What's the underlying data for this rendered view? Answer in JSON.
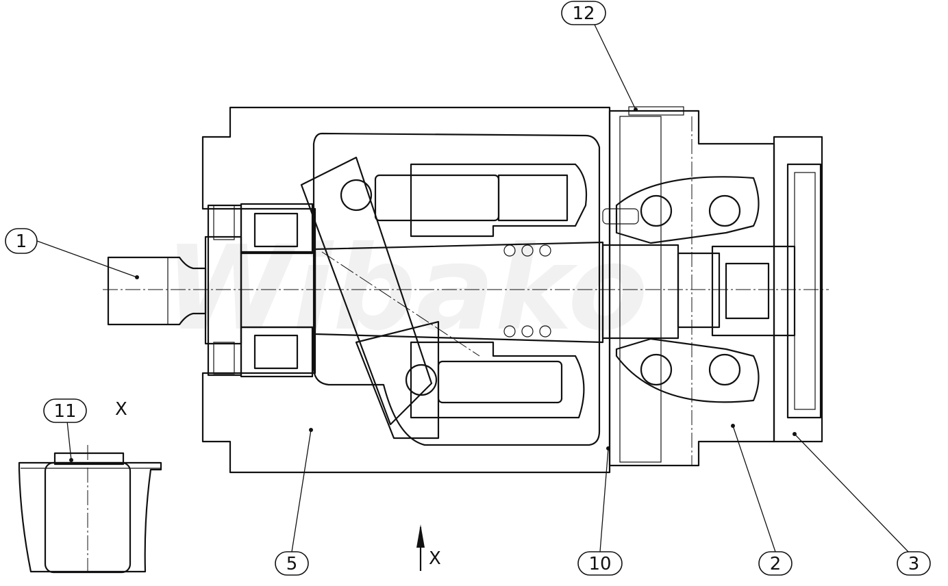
{
  "watermark": "Wibako",
  "callouts": [
    {
      "id": "1",
      "label": "1"
    },
    {
      "id": "12",
      "label": "12"
    },
    {
      "id": "11",
      "label": "11"
    },
    {
      "id": "5",
      "label": "5"
    },
    {
      "id": "10",
      "label": "10"
    },
    {
      "id": "2",
      "label": "2"
    },
    {
      "id": "3",
      "label": "3"
    }
  ],
  "view_labels": {
    "detail": "X",
    "arrow": "X"
  }
}
